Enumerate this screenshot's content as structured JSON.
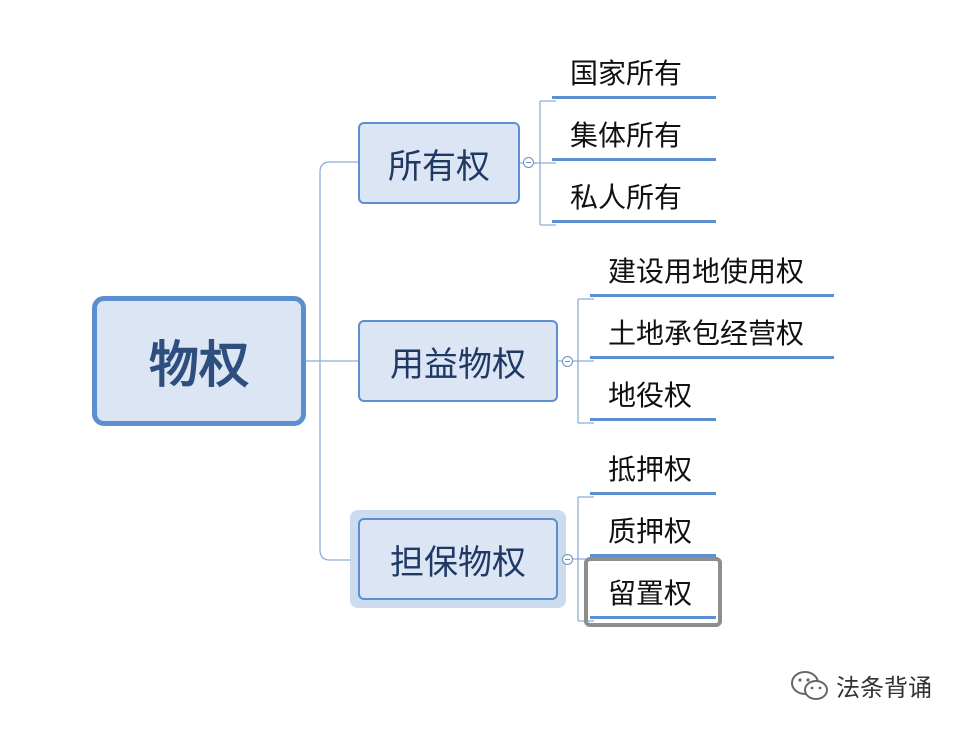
{
  "root": {
    "label": "物权"
  },
  "branches": [
    {
      "label": "所有权",
      "children": [
        "国家所有",
        "集体所有",
        "私人所有"
      ]
    },
    {
      "label": "用益物权",
      "children": [
        "建设用地使用权",
        "土地承包经营权",
        "地役权"
      ]
    },
    {
      "label": "担保物权",
      "children": [
        "抵押权",
        "质押权",
        "留置权"
      ]
    }
  ],
  "watermark": {
    "text": "法条背诵",
    "icon": "wechat-icon"
  },
  "colors": {
    "line": "#5b8fd0",
    "node_fill": "#dbe5f4",
    "selection": "#8e8e8e"
  }
}
